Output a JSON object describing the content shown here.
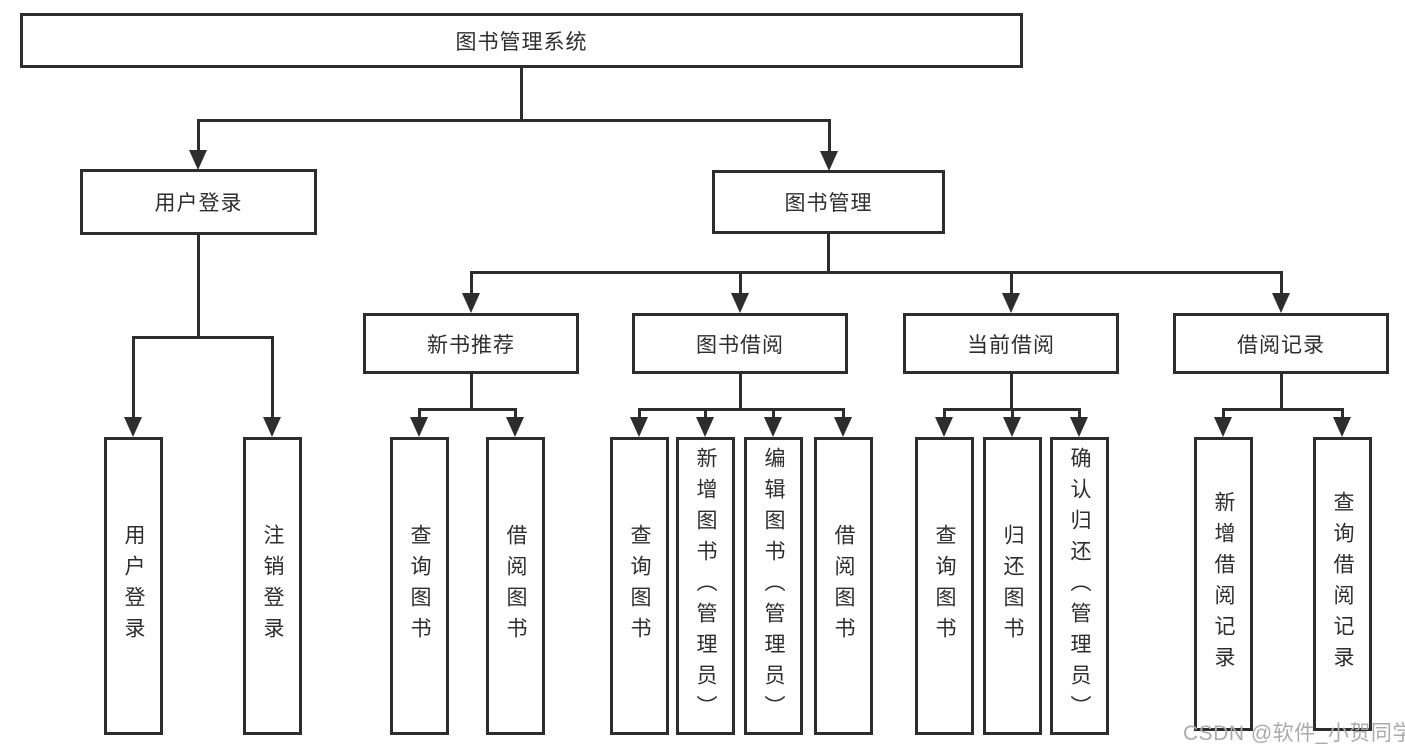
{
  "diagram": {
    "root": {
      "label": "图书管理系统"
    },
    "level2": [
      {
        "label": "用户登录",
        "children": [
          {
            "label": "用户登录"
          },
          {
            "label": "注销登录"
          }
        ]
      },
      {
        "label": "图书管理",
        "children": [
          {
            "label": "新书推荐",
            "children": [
              {
                "label": "查询图书"
              },
              {
                "label": "借阅图书"
              }
            ]
          },
          {
            "label": "图书借阅",
            "children": [
              {
                "label": "查询图书"
              },
              {
                "label": "新增图书（管理员）"
              },
              {
                "label": "编辑图书（管理员）"
              },
              {
                "label": "借阅图书"
              }
            ]
          },
          {
            "label": "当前借阅",
            "children": [
              {
                "label": "查询图书"
              },
              {
                "label": "归还图书"
              },
              {
                "label": "确认归还（管理员）"
              }
            ]
          },
          {
            "label": "借阅记录",
            "children": [
              {
                "label": "新增借阅记录"
              },
              {
                "label": "查询借阅记录"
              }
            ]
          }
        ]
      }
    ]
  },
  "watermark": {
    "text": "CSDN @软件_小贺同学"
  },
  "colors": {
    "line": "#2d2d2d",
    "text": "#2e2e2e",
    "watermark": "#ababab",
    "background": "#ffffff"
  }
}
